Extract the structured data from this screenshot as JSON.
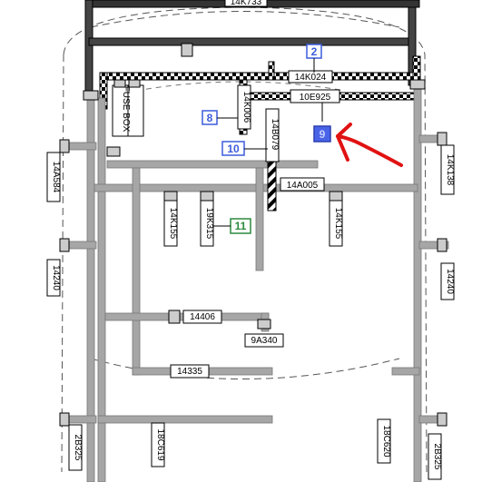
{
  "diagram": {
    "connector_labels": {
      "top_cut": "14K733",
      "main_trunk": "14K024",
      "fuse_box": "FUSE BOX",
      "c_14k006": "14K006",
      "c_10e925": "10E925",
      "c_14b079": "14B079",
      "c_14a005": "14A005",
      "c_14a584": "14A584",
      "c_14k138": "14K138",
      "c_14k155_left": "14K155",
      "c_19k315": "19K315",
      "c_14k155_right": "14K155",
      "c_14240_left": "14240",
      "c_14240_right": "14240",
      "c_14406": "14406",
      "c_9a340": "9A340",
      "c_14335": "14335",
      "c_2b325_left": "2B325",
      "c_2b325_right": "2B325",
      "c_18c619": "18C619",
      "c_18c620": "18C620"
    },
    "callouts": {
      "n2": "2",
      "n8": "8",
      "n9": "9",
      "n10": "10",
      "n11": "11"
    },
    "colors": {
      "harness_gray": "#a6a6a6",
      "callout_blue": "#3b5bdb",
      "callout_green": "#2b8a3e",
      "arrow_red": "#e11212",
      "outline_dash": "#555555"
    }
  }
}
